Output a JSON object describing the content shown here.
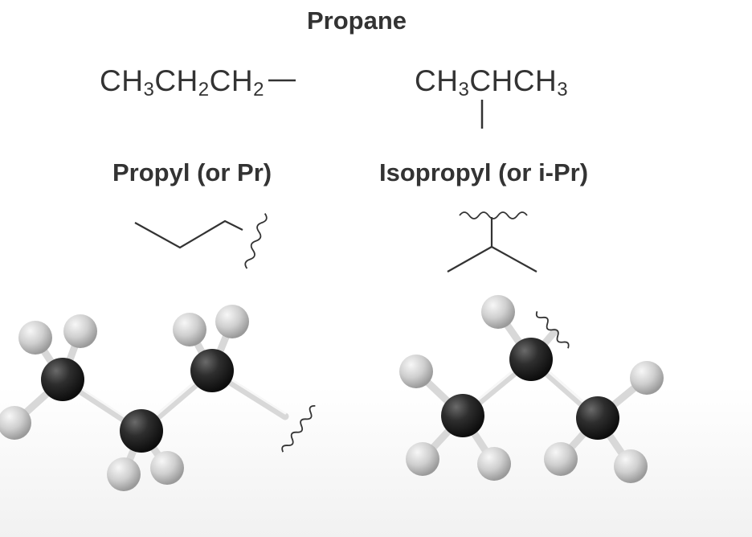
{
  "title": "Propane",
  "propyl": {
    "formula_parts": [
      "CH",
      "3",
      "CH",
      "2",
      "CH",
      "2"
    ],
    "label": "Propyl (or Pr)"
  },
  "isopropyl": {
    "formula_parts": [
      "CH",
      "3",
      "CHCH",
      "3"
    ],
    "label": "Isopropyl (or i-Pr)"
  },
  "colors": {
    "text": "#333333",
    "carbon": "#2a2a2a",
    "hydrogen": "#cfcfcf",
    "bond": "#e6e6e6",
    "line": "#333333"
  }
}
